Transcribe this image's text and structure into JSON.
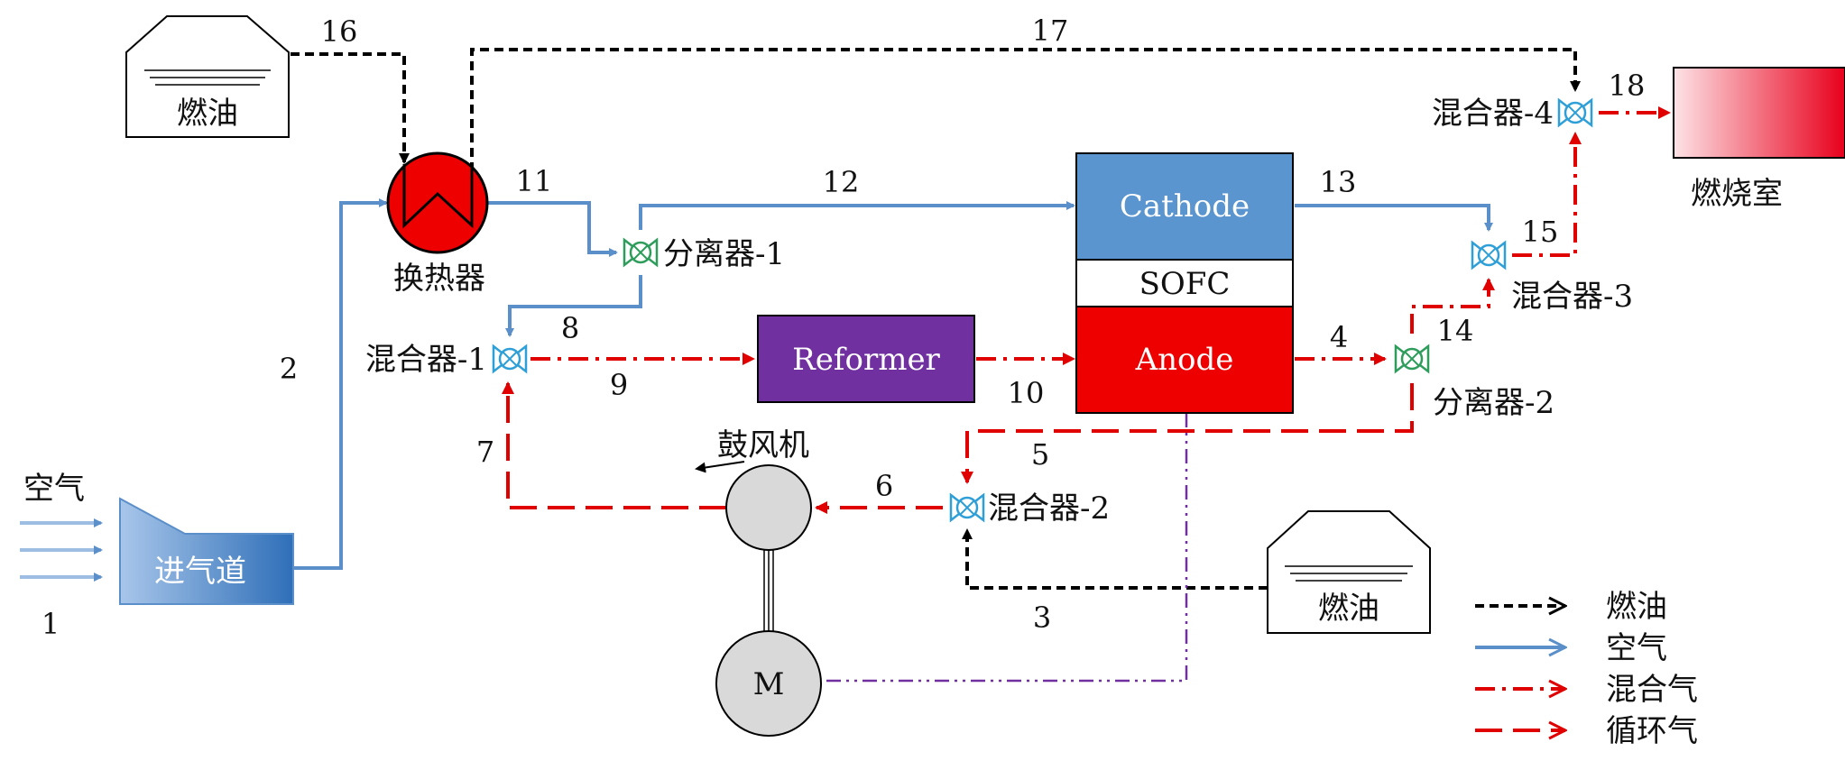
{
  "labels": {
    "fuel_tank_top": "燃油",
    "fuel_tank_bottom": "燃油",
    "heat_exchanger": "换热器",
    "air_inlet": "进气道",
    "air_in": "空气",
    "splitter_1": "分离器-1",
    "splitter_2": "分离器-2",
    "mixer_1": "混合器-1",
    "mixer_2": "混合器-2",
    "mixer_3": "混合器-3",
    "mixer_4": "混合器-4",
    "reformer": "Reformer",
    "cathode": "Cathode",
    "sofc": "SOFC",
    "anode": "Anode",
    "blower": "鼓风机",
    "motor": "M",
    "combustor": "燃烧室"
  },
  "streams": [
    "1",
    "2",
    "3",
    "4",
    "5",
    "6",
    "7",
    "8",
    "9",
    "10",
    "11",
    "12",
    "13",
    "14",
    "15",
    "16",
    "17",
    "18"
  ],
  "legend": [
    {
      "label": "燃油",
      "color": "#000000",
      "style": "dotted"
    },
    {
      "label": "空气",
      "color": "#5b8fc9",
      "style": "solid"
    },
    {
      "label": "混合气",
      "color": "#e00000",
      "style": "dash-dot"
    },
    {
      "label": "循环气",
      "color": "#e00000",
      "style": "dashed"
    }
  ],
  "colors": {
    "air": "#5b8fc9",
    "fuel": "#000000",
    "mix": "#e00000",
    "recycle": "#e00000",
    "cathode": "#5b95d0",
    "anode": "#ee0000",
    "reformer": "#7030a0",
    "shaft_line": "#7030a0"
  }
}
